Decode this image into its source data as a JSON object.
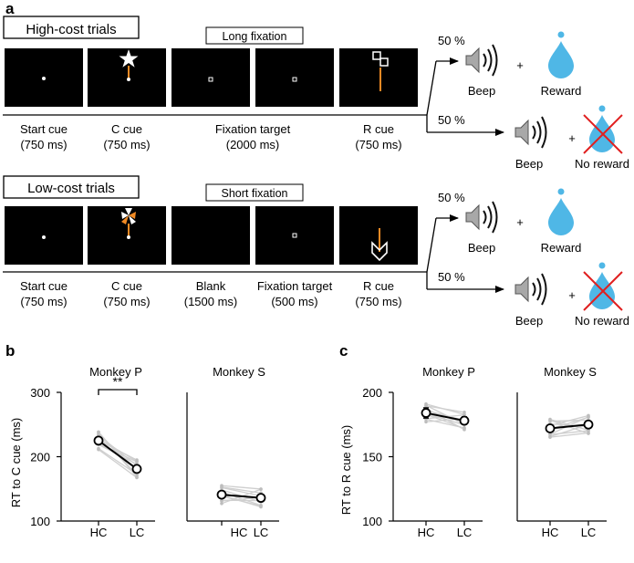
{
  "panel_a": {
    "letter": "a",
    "high_cost": {
      "title": "High-cost trials",
      "fixation_box": "Long fixation",
      "stages": [
        {
          "name": "Start cue",
          "dur": "(750 ms)"
        },
        {
          "name": "C cue",
          "dur": "(750 ms)"
        },
        {
          "name": "Fixation target",
          "dur": "(2000 ms)"
        },
        {
          "name": "R cue",
          "dur": "(750 ms)"
        }
      ],
      "outcomes": [
        {
          "pct": "50 %",
          "sound": "Beep",
          "result": "Reward",
          "plus": "+"
        },
        {
          "pct": "50 %",
          "sound": "Beep",
          "result": "No reward",
          "plus": "+"
        }
      ]
    },
    "low_cost": {
      "title": "Low-cost trials",
      "fixation_box": "Short fixation",
      "stages": [
        {
          "name": "Start cue",
          "dur": "(750 ms)"
        },
        {
          "name": "C cue",
          "dur": "(750 ms)"
        },
        {
          "name": "Blank",
          "dur": "(1500 ms)"
        },
        {
          "name": "Fixation target",
          "dur": "(500 ms)"
        },
        {
          "name": "R cue",
          "dur": "(750 ms)"
        }
      ],
      "outcomes": [
        {
          "pct": "50 %",
          "sound": "Beep",
          "result": "Reward",
          "plus": "+"
        },
        {
          "pct": "50 %",
          "sound": "Beep",
          "result": "No reward",
          "plus": "+"
        }
      ]
    },
    "colors": {
      "screen": "#000000",
      "arrow": "#f08a24",
      "drop": "#4fb7e6",
      "cross": "#e02020",
      "speaker": "#a8a8a8"
    }
  },
  "chart_data": [
    {
      "type": "line",
      "panel": "b",
      "ylabel": "RT to C cue (ms)",
      "ylim": [
        100,
        300
      ],
      "yticks": [
        100,
        200,
        300
      ],
      "subplots": [
        {
          "title": "Monkey P",
          "categories": [
            "HC",
            "LC"
          ],
          "mean": [
            225,
            181
          ],
          "err": [
            3,
            3
          ],
          "significance": "**"
        },
        {
          "title": "Monkey S",
          "categories": [
            "HC",
            "LC"
          ],
          "mean": [
            141,
            136
          ],
          "err": [
            4,
            4
          ]
        }
      ]
    },
    {
      "type": "line",
      "panel": "c",
      "ylabel": "RT to R cue (ms)",
      "ylim": [
        100,
        200
      ],
      "yticks": [
        100,
        150,
        200
      ],
      "subplots": [
        {
          "title": "Monkey P",
          "categories": [
            "HC",
            "LC"
          ],
          "mean": [
            184,
            178
          ],
          "err": [
            4,
            3
          ]
        },
        {
          "title": "Monkey S",
          "categories": [
            "HC",
            "LC"
          ],
          "mean": [
            172,
            175
          ],
          "err": [
            2,
            2
          ]
        }
      ]
    }
  ]
}
